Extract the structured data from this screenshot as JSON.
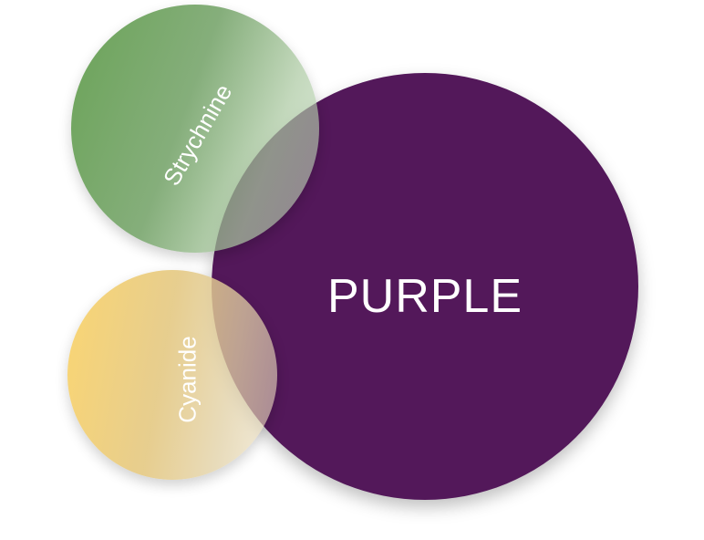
{
  "diagram": {
    "circles": [
      {
        "id": "purple",
        "label": "PURPLE",
        "color": "#53185a"
      },
      {
        "id": "strychnine",
        "label": "Strychnine",
        "color": "#629e4e"
      },
      {
        "id": "cyanide",
        "label": "Cyanide",
        "color": "#fad46e"
      }
    ]
  }
}
